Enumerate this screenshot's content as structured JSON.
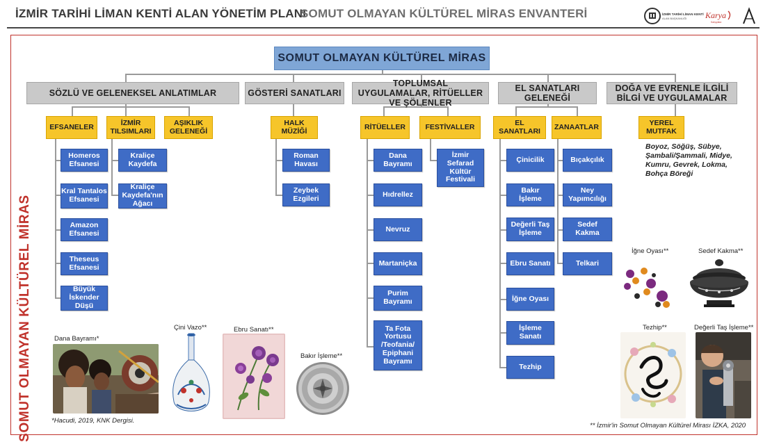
{
  "header": {
    "title": "İZMİR TARİHİ LİMAN KENTİ ALAN YÖNETİM PLANI",
    "subtitle": "SOMUT OLMAYAN KÜLTÜREL MİRAS ENVANTERİ",
    "logos": {
      "liman_line1": "İZMİR TARİHİ LİMAN KENTİ",
      "liman_line2": "ALAN BAŞKANLIĞI",
      "karya": "Karya",
      "karya_sub": "Karşıyaka"
    }
  },
  "side_label": "SOMUT OLMAYAN KÜLTÜREL MİRAS",
  "root": "SOMUT OLMAYAN KÜLTÜREL MİRAS",
  "categories": {
    "sozlu": "SÖZLÜ VE GELENEKSEL ANLATIMLAR",
    "gosteri": "GÖSTERİ SANATLARI",
    "toplumsal": "TOPLUMSAL UYGULAMALAR, RİTÜELLER VE ŞÖLENLER",
    "el": "EL SANATLARI GELENEĞİ",
    "doga": "DOĞA VE EVRENLE İLGİLİ BİLGİ VE UYGULAMALAR"
  },
  "subs": {
    "efsaneler": "EFSANELER",
    "tilsimlari": "İZMİR TILSIMLARI",
    "asiklik": "AŞIKLIK GELENEĞİ",
    "halk": "HALK MÜZİĞİ",
    "ritueller": "RİTÜELLER",
    "festivaller": "FESTİVALLER",
    "el_sanatlari": "EL SANATLARI",
    "zanaatlar": "ZANAATLAR",
    "yerel": "YEREL MUTFAK"
  },
  "items": {
    "efsaneler": [
      "Homeros Efsanesi",
      "Kral Tantalos Efsanesi",
      "Amazon Efsanesi",
      "Theseus Efsanesi",
      "Büyük İskender Düşü"
    ],
    "tilsimlari": [
      "Kraliçe Kaydefa",
      "Kraliçe Kaydefa'nın Ağacı"
    ],
    "halk": [
      "Roman Havası",
      "Zeybek Ezgileri"
    ],
    "ritueller": [
      "Dana Bayramı",
      "Hıdrellez",
      "Nevruz",
      "Martaniçka",
      "Purim Bayramı",
      "Ta Fota Yortusu /Teofania/ Epiphani Bayramı"
    ],
    "festivaller": [
      "İzmir Sefarad Kültür Festivali"
    ],
    "el_sanatlari": [
      "Çinicilik",
      "Bakır İşleme",
      "Değerli Taş İşleme",
      "Ebru Sanatı",
      "İğne Oyası",
      "İşleme Sanatı",
      "Tezhip"
    ],
    "zanaatlar": [
      "Bıçakçılık",
      "Ney Yapımcılığı",
      "Sedef Kakma",
      "Telkari"
    ]
  },
  "mutfak_list": "Boyoz, Söğüş, Sübye, Şambali/Şammali, Midye, Kumru, Gevrek, Lokma, Bohça Böreği",
  "photos": {
    "dana": "Dana Bayramı*",
    "cini": "Çini Vazo**",
    "ebru": "Ebru Sanatı**",
    "bakir": "Bakır İşleme**",
    "igne": "İğne Oyası**",
    "sedef": "Sedef Kakma**",
    "tezhip": "Tezhip**",
    "degerli": "Değerli Taş İşleme**"
  },
  "notes": {
    "left": "*Hacudi, 2019, KNK Dergisi.",
    "right": "** İzmir'in Somut Olmayan Kültürel Mirası İZKA, 2020"
  },
  "colors": {
    "accent_red": "#c0322b",
    "root_blue": "#7fa6d6",
    "item_blue": "#3f6cc6",
    "sub_yellow": "#f6c52a",
    "cat_gray": "#c9c9c9"
  }
}
